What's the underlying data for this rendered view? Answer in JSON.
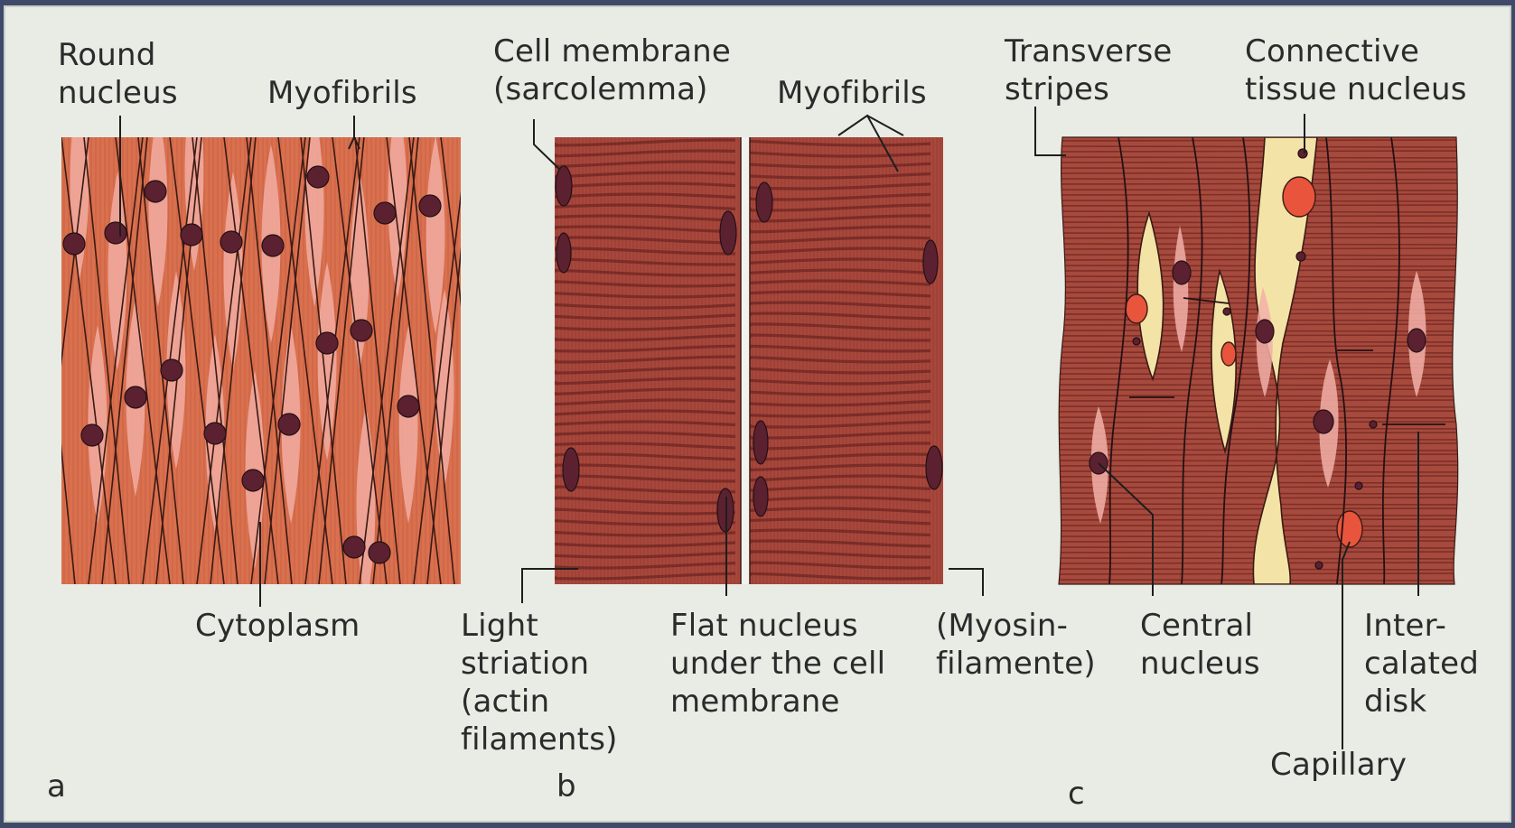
{
  "labels": {
    "round_nucleus": [
      "Round",
      "nucleus"
    ],
    "myofibrils_a": "Myofibrils",
    "cytoplasm": "Cytoplasm",
    "cell_membrane": [
      "Cell membrane",
      "(sarcolemma)"
    ],
    "myofibrils_b": "Myofibrils",
    "light_striation": [
      "Light",
      "striation",
      "(actin",
      "filaments)"
    ],
    "flat_nucleus": [
      "Flat nucleus",
      "under the cell",
      "membrane"
    ],
    "myosin": [
      "(Myosin-",
      "filamente)"
    ],
    "transverse_stripes": [
      "Transverse",
      "stripes"
    ],
    "connective_nucleus": [
      "Connective",
      "tissue nucleus"
    ],
    "central_nucleus": [
      "Central",
      "nucleus"
    ],
    "intercalated_disk": [
      "Inter-",
      "calated",
      "disk"
    ],
    "capillary": "Capillary"
  },
  "panel_letters": {
    "a": "a",
    "b": "b",
    "c": "c"
  },
  "colors": {
    "background": "#e8ece4",
    "smooth_muscle": "#d9704e",
    "skeletal_muscle": "#a9473c",
    "cardiac_muscle": "#a64a3d",
    "nucleus": "#5b2130",
    "cytoplasm_pink": "#f2b0a8",
    "connective_tissue": "#f3e3a6",
    "capillary_red": "#e8553c"
  }
}
